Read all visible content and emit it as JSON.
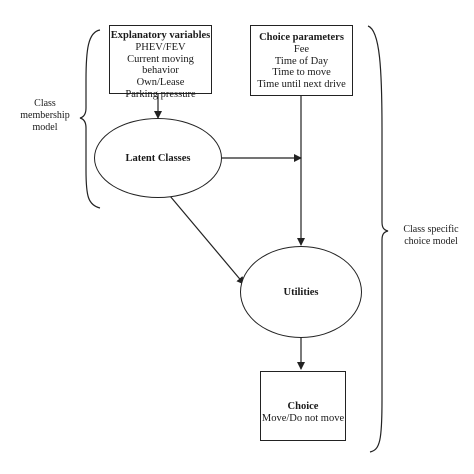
{
  "explanatory": {
    "title": "Explanatory variables",
    "lines": [
      "PHEV/FEV",
      "Current moving behavior",
      "Own/Lease",
      "Parking pressure"
    ]
  },
  "choice_params": {
    "title": "Choice parameters",
    "lines": [
      "Fee",
      "Time of Day",
      "Time to move",
      "Time until next drive"
    ]
  },
  "latent": {
    "label": "Latent Classes"
  },
  "utilities": {
    "label": "Utilities"
  },
  "choice": {
    "title": "Choice",
    "subtitle": "Move/Do not move"
  },
  "class_membership": {
    "lines": [
      "Class",
      "membership",
      "model"
    ]
  },
  "class_specific": {
    "lines": [
      "Class specific",
      "choice model"
    ]
  }
}
